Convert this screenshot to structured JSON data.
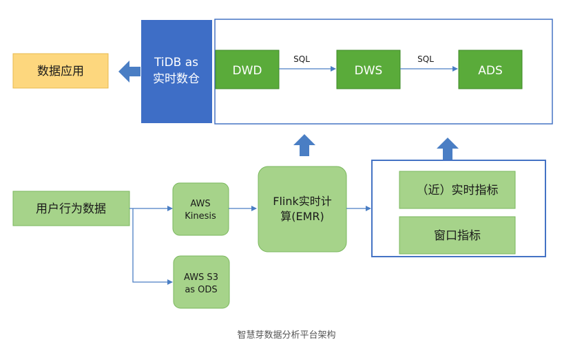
{
  "nodes": {
    "data_app": "数据应用",
    "tidb_line1": "TiDB as",
    "tidb_line2": "实时数仓",
    "dwd": "DWD",
    "dws": "DWS",
    "ads": "ADS",
    "user_behavior": "用户行为数据",
    "kinesis_line1": "AWS",
    "kinesis_line2": "Kinesis",
    "s3_line1": "AWS S3",
    "s3_line2": "as ODS",
    "flink_line1": "Flink实时计",
    "flink_line2": "算(EMR)",
    "metric_realtime": "（近）实时指标",
    "metric_window": "窗口指标"
  },
  "edges": {
    "dwd_dws": "SQL",
    "dws_ads": "SQL"
  },
  "caption": "智慧芽数据分析平台架构",
  "colors": {
    "green_dark": "#5aab3a",
    "green_light": "#a6d38a",
    "blue": "#4472c4",
    "tidb_blue": "#3e6ec6",
    "yellow": "#fdd77e",
    "arrow": "#4a7ec4"
  }
}
